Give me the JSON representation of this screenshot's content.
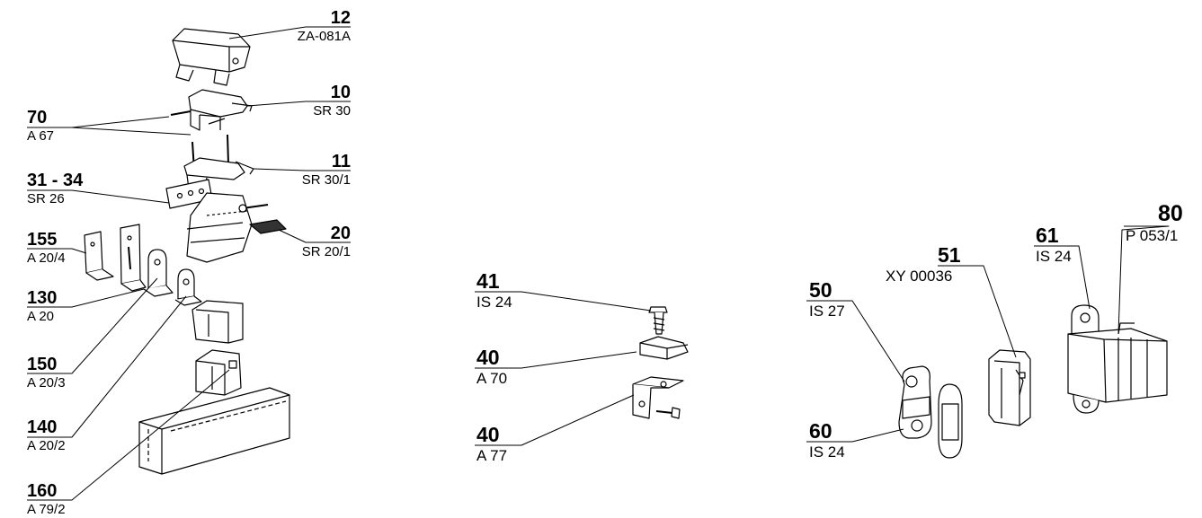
{
  "labels": [
    {
      "number": "12",
      "code": "ZA-081A"
    },
    {
      "number": "10",
      "code": "SR 30"
    },
    {
      "number": "70",
      "code": "A 67"
    },
    {
      "number": "11",
      "code": "SR 30/1"
    },
    {
      "number": "31 - 34",
      "code": "SR 26"
    },
    {
      "number": "20",
      "code": "SR 20/1"
    },
    {
      "number": "155",
      "code": "A 20/4"
    },
    {
      "number": "130",
      "code": "A 20"
    },
    {
      "number": "150",
      "code": "A 20/3"
    },
    {
      "number": "140",
      "code": "A 20/2"
    },
    {
      "number": "160",
      "code": "A 79/2"
    },
    {
      "number": "41",
      "code": "IS 24"
    },
    {
      "number": "40",
      "code": "A 70"
    },
    {
      "number": "40",
      "code": "A 77"
    },
    {
      "number": "50",
      "code": "IS 27"
    },
    {
      "number": "51",
      "code": "XY 00036"
    },
    {
      "number": "60",
      "code": "IS 24"
    },
    {
      "number": "61",
      "code": "IS 24"
    },
    {
      "number": "80",
      "code": "P 053/1"
    }
  ]
}
